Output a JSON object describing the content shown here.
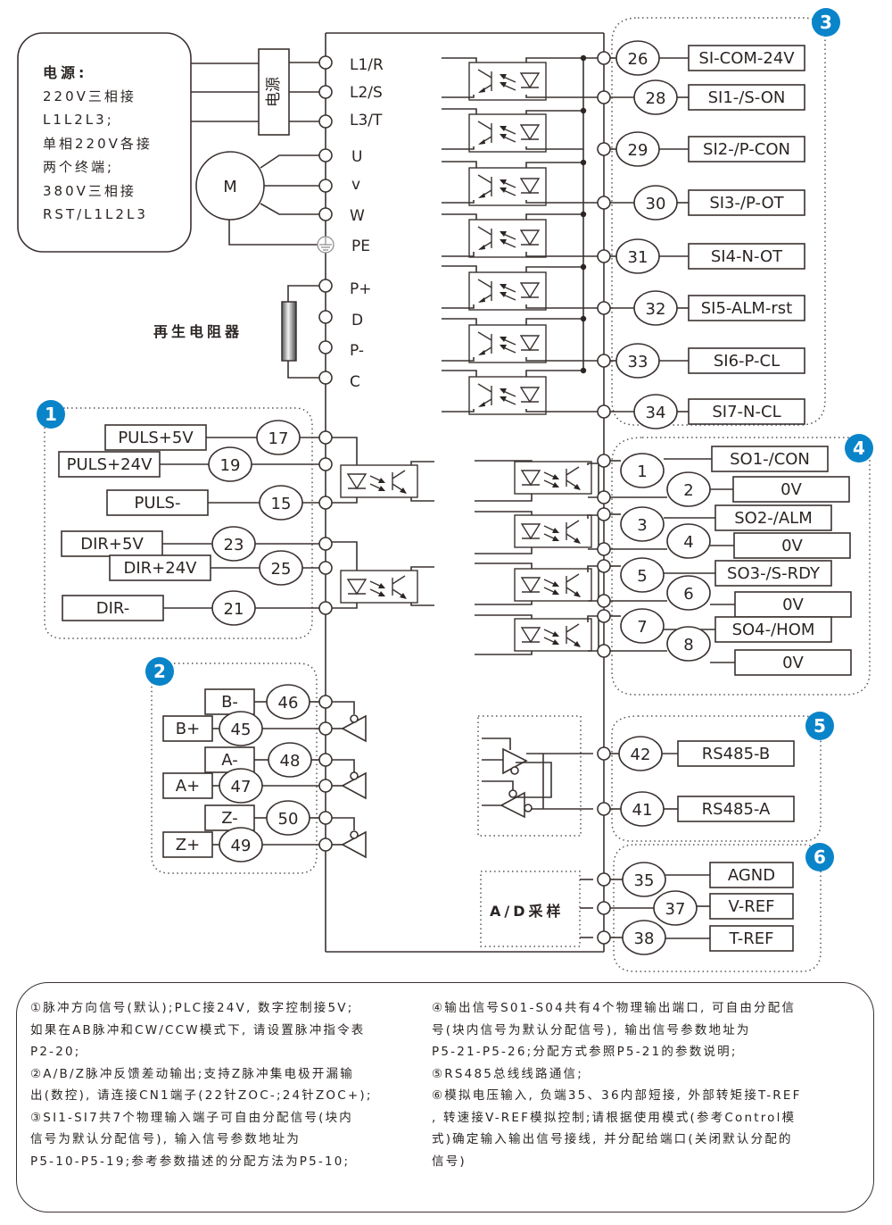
{
  "power_note": {
    "title": "电源:",
    "lines": [
      "220V三相接",
      "L1L2L3;",
      "单相220V各接",
      "两个终端;",
      "380V三相接",
      "RST/L1L2L3"
    ]
  },
  "power_block_label": "电源",
  "motor_label": "M",
  "regen_resistor_label": "再生电阻器",
  "main_terminals": [
    "L1/R",
    "L2/S",
    "L3/T",
    "U",
    "v",
    "W",
    "PE",
    "P+",
    "D",
    "P-",
    "C"
  ],
  "badges": [
    "1",
    "2",
    "3",
    "4",
    "5",
    "6"
  ],
  "section1": {
    "signals": [
      {
        "label": "PULS+5V",
        "pin": "17"
      },
      {
        "label": "PULS+24V",
        "pin": "19"
      },
      {
        "label": "PULS-",
        "pin": "15"
      },
      {
        "label": "DIR+5V",
        "pin": "23"
      },
      {
        "label": "DIR+24V",
        "pin": "25"
      },
      {
        "label": "DIR-",
        "pin": "21"
      }
    ]
  },
  "section2": {
    "signals": [
      {
        "label": "B-",
        "pin": "46"
      },
      {
        "label": "B+",
        "pin": "45"
      },
      {
        "label": "A-",
        "pin": "48"
      },
      {
        "label": "A+",
        "pin": "47"
      },
      {
        "label": "Z-",
        "pin": "50"
      },
      {
        "label": "Z+",
        "pin": "49"
      }
    ]
  },
  "section3": {
    "signals": [
      {
        "label": "SI-COM-24V",
        "pin": "26"
      },
      {
        "label": "SI1-/S-ON",
        "pin": "28"
      },
      {
        "label": "SI2-/P-CON",
        "pin": "29"
      },
      {
        "label": "SI3-/P-OT",
        "pin": "30"
      },
      {
        "label": "SI4-N-OT",
        "pin": "31"
      },
      {
        "label": "SI5-ALM-rst",
        "pin": "32"
      },
      {
        "label": "SI6-P-CL",
        "pin": "33"
      },
      {
        "label": "SI7-N-CL",
        "pin": "34"
      }
    ]
  },
  "section4": {
    "signals": [
      {
        "label": "SO1-/CON",
        "pin": "1"
      },
      {
        "label": "0V",
        "pin": "2"
      },
      {
        "label": "SO2-/ALM",
        "pin": "3"
      },
      {
        "label": "0V",
        "pin": "4"
      },
      {
        "label": "SO3-/S-RDY",
        "pin": "5"
      },
      {
        "label": "0V",
        "pin": "6"
      },
      {
        "label": "SO4-/HOM",
        "pin": "7"
      },
      {
        "label": "0V",
        "pin": "8"
      }
    ]
  },
  "section5": {
    "signals": [
      {
        "label": "RS485-B",
        "pin": "42"
      },
      {
        "label": "RS485-A",
        "pin": "41"
      }
    ]
  },
  "section6": {
    "block_label": "A/D采样",
    "signals": [
      {
        "label": "AGND",
        "pin": "35"
      },
      {
        "label": "V-REF",
        "pin": "37"
      },
      {
        "label": "T-REF",
        "pin": "38"
      }
    ]
  },
  "notes": {
    "left": [
      "①脉冲方向信号(默认);PLC接24V, 数字控制接5V;",
      "如果在AB脉冲和CW/CCW模式下, 请设置脉冲指令表",
      "P2-20;",
      "②A/B/Z脉冲反馈差动输出;支持Z脉冲集电极开漏输",
      "出(数控), 请连接CN1端子(22针ZOC-;24针ZOC+);",
      "③SI1-SI7共7个物理输入端子可自由分配信号(块内",
      "信号为默认分配信号), 输入信号参数地址为",
      "P5-10-P5-19;参考参数描述的分配方法为P5-10;"
    ],
    "right": [
      "④输出信号S01-S04共有4个物理输出端口, 可自由分配信",
      "号(块内信号为默认分配信号), 输出信号参数地址为",
      "P5-21-P5-26;分配方式参照P5-21的参数说明;",
      "⑤RS485总线线路通信;",
      "⑥模拟电压输入, 负端35、36内部短接, 外部转矩接T-REF",
      ", 转速接V-REF模拟控制;请根据使用模式(参考Control模",
      "式)确定输入输出信号接线, 并分配给端口(关闭默认分配的",
      "信号)"
    ]
  }
}
